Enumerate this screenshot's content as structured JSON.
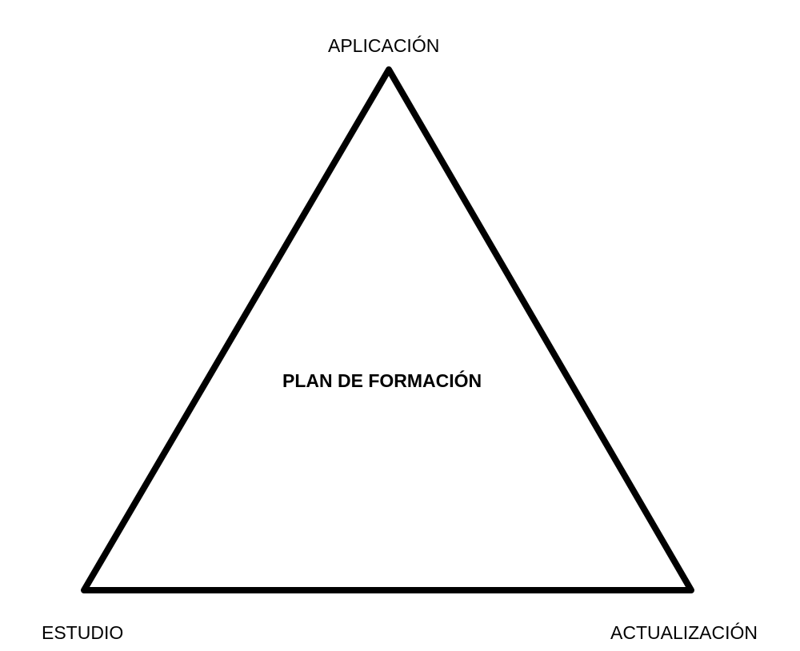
{
  "diagram": {
    "center_label": "PLAN DE FORMACIÓN",
    "vertices": {
      "top": "APLICACIÓN",
      "bottom_left": "ESTUDIO",
      "bottom_right": "ACTUALIZACIÓN"
    },
    "stroke_color": "#000000",
    "background_color": "#ffffff"
  }
}
